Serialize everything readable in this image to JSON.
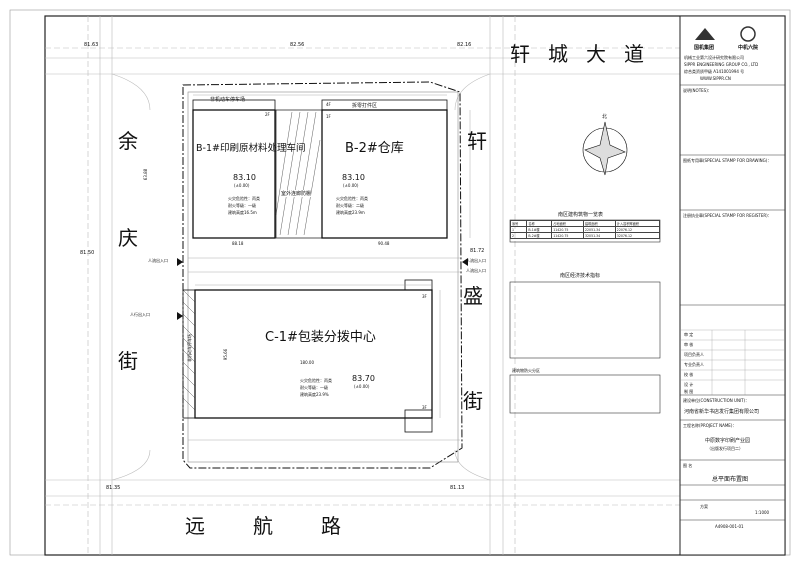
{
  "roads": {
    "north": "轩城大道",
    "west": [
      "余",
      "庆",
      "街"
    ],
    "east_upper": "轩",
    "east_lower": [
      "盛",
      "街"
    ],
    "south": "远航路"
  },
  "road_elevations": {
    "nw": "81.63",
    "n_mid": "82.56",
    "ne": "82.16",
    "w_mid": "81.50",
    "e_mid": "81.72",
    "sw": "81.35",
    "se": "81.13"
  },
  "buildings": {
    "b1": {
      "name": "B-1#印刷原材料处理车间",
      "floors": "2F",
      "elevation": "83.10",
      "elevation_rel": "(±0.00)",
      "fire": "火灾危险性：丙类",
      "rating": "耐火等级：一级",
      "height": "建筑高度16.5m",
      "label_top": "非机动车停车场"
    },
    "b2": {
      "name": "B-2#仓库",
      "floors": "1F",
      "floors_left": "4F",
      "elevation": "83.10",
      "elevation_rel": "(±0.00)",
      "fire": "火灾危险性：丙类",
      "rating": "耐火等级：二级",
      "height": "建筑高度23.9m",
      "label_top": "拆零打件区"
    },
    "c1": {
      "name": "C-1#包装分拨中心",
      "floors_top": "3F",
      "floors_bottom": "3F",
      "elevation": "83.70",
      "elevation_rel": "(±0.00)",
      "fire": "火灾危险性：丙类",
      "rating": "耐火等级：一级",
      "height": "建筑高度23.9%",
      "side_label": "非机动车停车场"
    },
    "canopy": "室外连廊防棚"
  },
  "entrances": {
    "west": "人流出入口",
    "west2": "人行出入口",
    "east": "人流出入口",
    "east_upper": "人流出入口"
  },
  "dimensions": {
    "b1_width": "88.18",
    "b2_width": "90.48",
    "c1_width": "180.00",
    "b_depth": "63.88",
    "c_depth": "95.66"
  },
  "compass": {
    "north_label": "北"
  },
  "tables": {
    "table1_title": "南区建构筑物一览表",
    "table1_headers": [
      "序号",
      "名称",
      "占地面积",
      "建筑面积",
      "计入容积率面积"
    ],
    "table1_rows": [
      [
        "1",
        "B-1#楼",
        "11420.75",
        "22051.34",
        "22076.12"
      ],
      [
        "2",
        "B-2#楼",
        "11420.75",
        "32051.34",
        "32076.12"
      ]
    ],
    "table2_title": "南区经济技术指标",
    "table3_title": "建筑物防火分区"
  },
  "title_block": {
    "logo1": "国机集团",
    "logo2": "中机六院",
    "company": "机械工业第六设计研究院有限公司",
    "company_en": "SIPPR ENGINEERING GROUP CO., LTD",
    "cert": "综合类资质甲级 A141001994 号",
    "website": "WWW.SIPPR.CN",
    "notes_label": "说明(NOTES)：",
    "drawing_stamp": "图纸专用章(SPECIAL STAMP FOR DRAWING)：",
    "register_stamp": "注册执业章(SPECIAL STAMP FOR REGISTER)：",
    "sign_rows": [
      "审 定",
      "审 核",
      "项目负责人",
      "专业负责人",
      "校 核",
      "设 计",
      "制 图"
    ],
    "client_label": "建设单位(CONSTRUCTION UNIT)：",
    "client": "河南省新华书店发行集团有限公司",
    "project_label": "工程名称(PROJECT NAME)：",
    "project": "中原数字印刷产业园",
    "project_sub": "（出版发行项目二）",
    "drawing_name_label": "图 名",
    "drawing_name": "总平面布置图",
    "stage": "方案",
    "scale": "1:1000",
    "drawing_no": "A4908-001-01"
  }
}
